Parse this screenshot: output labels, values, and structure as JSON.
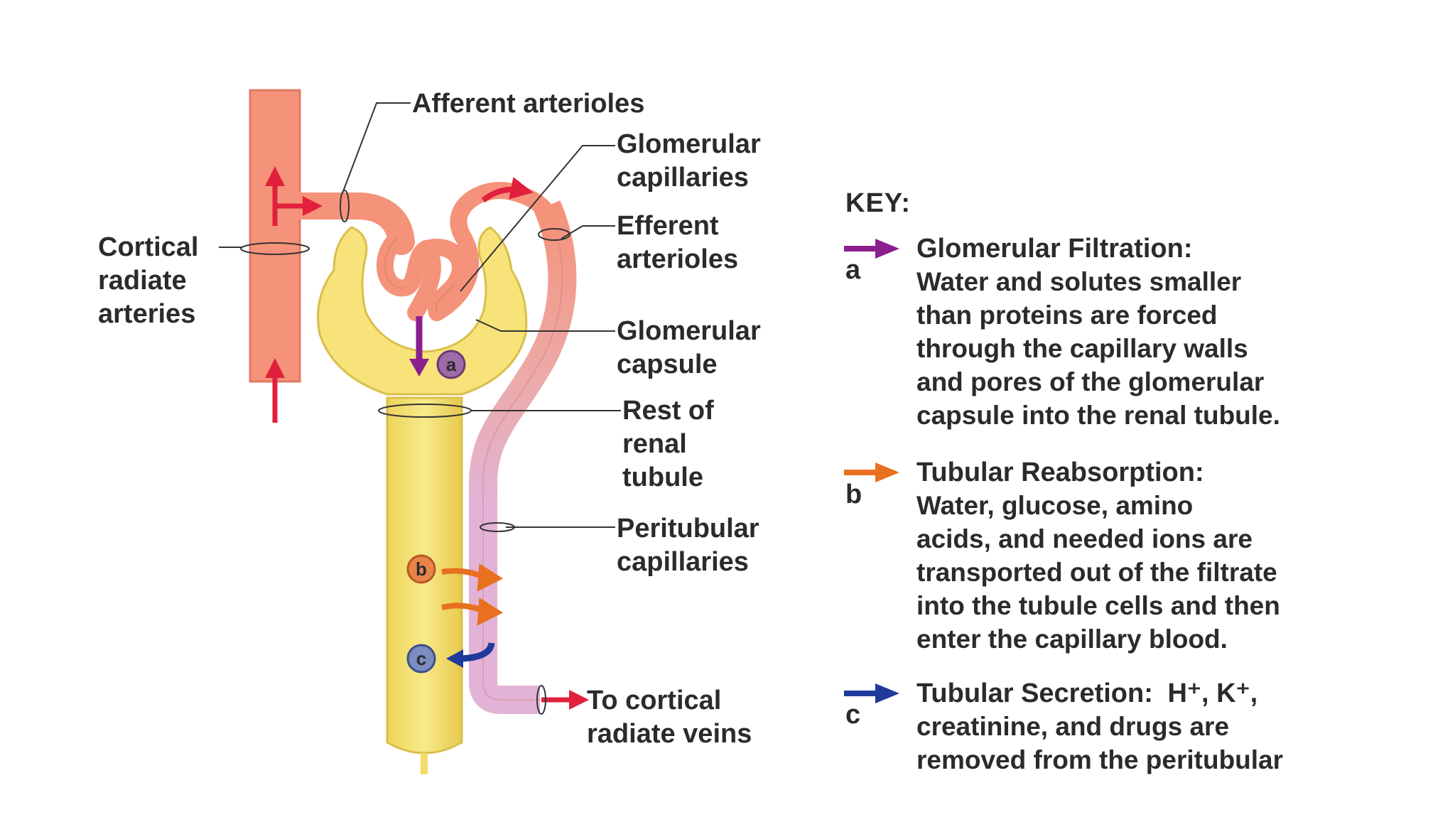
{
  "labels": {
    "afferent": "Afferent arterioles",
    "glomerular_capillaries": [
      "Glomerular",
      "capillaries"
    ],
    "cortical": [
      "Cortical",
      "radiate",
      "arteries"
    ],
    "efferent": [
      "Efferent",
      "arterioles"
    ],
    "glomerular_capsule": [
      "Glomerular",
      "capsule"
    ],
    "rest_tubule": [
      "Rest of",
      "renal",
      "tubule"
    ],
    "peritubular": [
      "Peritubular",
      "capillaries"
    ],
    "to_veins": [
      "To cortical",
      "radiate veins"
    ]
  },
  "badges": {
    "a": "a",
    "b": "b",
    "c": "c"
  },
  "key": {
    "title": "KEY:",
    "items": [
      {
        "letter": "a",
        "heading": "Glomerular Filtration:",
        "lines": [
          "Water and solutes smaller",
          "than proteins are forced",
          "through the capillary walls",
          "and pores of the glomerular",
          "capsule into the renal tubule."
        ]
      },
      {
        "letter": "b",
        "heading": "Tubular Reabsorption:",
        "lines": [
          "Water, glucose, amino",
          "acids, and needed ions are",
          "transported out of the filtrate",
          "into the tubule cells and then",
          "enter the capillary blood."
        ]
      },
      {
        "letter": "c",
        "heading": "Tubular Secretion:",
        "heading_suffix": "H⁺, K⁺,",
        "lines": [
          "creatinine, and drugs are",
          "removed from  the peritubular"
        ]
      }
    ]
  },
  "colors": {
    "artery": "#f4937a",
    "artery_dark": "#e07a62",
    "capsule": "#f7e37a",
    "capsule_edge": "#d9bf4a",
    "peritubular": "#e2b3d6",
    "red_arrow": "#e0203c",
    "purple": "#8b1f8e",
    "orange": "#e8701f",
    "blue": "#1e3a9a"
  }
}
